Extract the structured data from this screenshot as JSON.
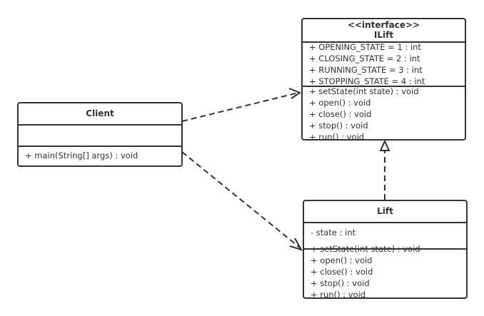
{
  "classes": {
    "ilift": {
      "stereotype": "<<interface>>",
      "name": "ILift",
      "attributes": [
        "+ OPENING_STATE = 1 : int",
        "+ CLOSING_STATE = 2 : int",
        "+ RUNNING_STATE = 3 : int",
        "+ STOPPING_STATE = 4 : int"
      ],
      "methods": [
        "+ setState(int state) : void",
        "+ open() : void",
        "+ close() : void",
        "+ stop() : void",
        "+ run() : void"
      ]
    },
    "client": {
      "name": "Client",
      "attributes": [],
      "methods": [
        "+ main(String[] args) : void"
      ]
    },
    "lift": {
      "name": "Lift",
      "attributes": [
        "- state : int"
      ],
      "methods": [
        "+ setState(int state) : void",
        "+ open() : void",
        "+ close() : void",
        "+ stop() : void",
        "+ run() : void"
      ]
    }
  },
  "relations": [
    {
      "from": "Client",
      "to": "ILift",
      "type": "dependency"
    },
    {
      "from": "Client",
      "to": "Lift",
      "type": "dependency"
    },
    {
      "from": "Lift",
      "to": "ILift",
      "type": "realization"
    }
  ],
  "colors": {
    "stroke": "#333333",
    "background": "#ffffff"
  }
}
